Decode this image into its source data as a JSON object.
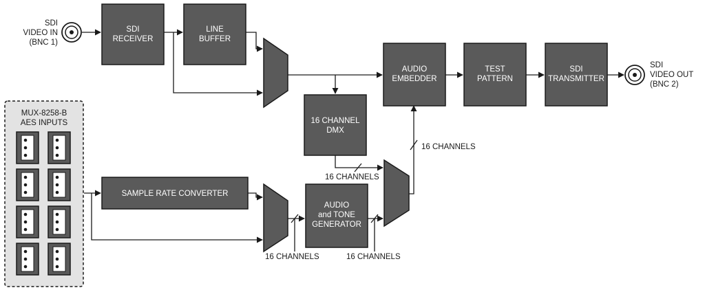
{
  "blocks": {
    "sdi_receiver": [
      "SDI",
      "RECEIVER"
    ],
    "line_buffer": [
      "LINE",
      "BUFFER"
    ],
    "audio_embedder": [
      "AUDIO",
      "EMBEDDER"
    ],
    "test_pattern": [
      "TEST",
      "PATTERN"
    ],
    "sdi_transmitter": [
      "SDI",
      "TRANSMITTER"
    ],
    "channel_dmx": [
      "16 CHANNEL",
      "DMX"
    ],
    "sample_rate_converter": [
      "SAMPLE RATE CONVERTER"
    ],
    "audio_tone_generator": [
      "AUDIO",
      "and TONE",
      "GENERATOR"
    ]
  },
  "video_in": [
    "SDI",
    "VIDEO IN",
    "(BNC 1)"
  ],
  "video_out": [
    "SDI",
    "VIDEO OUT",
    "(BNC 2)"
  ],
  "aes_inputs": [
    "MUX-8258-B",
    "AES INPUTS"
  ],
  "channel_labels": {
    "embedder_input": "16 CHANNELS",
    "dmx_output": "16 CHANNELS",
    "src_mux_output": "16 CHANNELS",
    "generator_output": "16 CHANNELS"
  },
  "colors": {
    "block_fill": "#5a5a5a",
    "line": "#1a1a1a",
    "background": "#ffffff"
  }
}
